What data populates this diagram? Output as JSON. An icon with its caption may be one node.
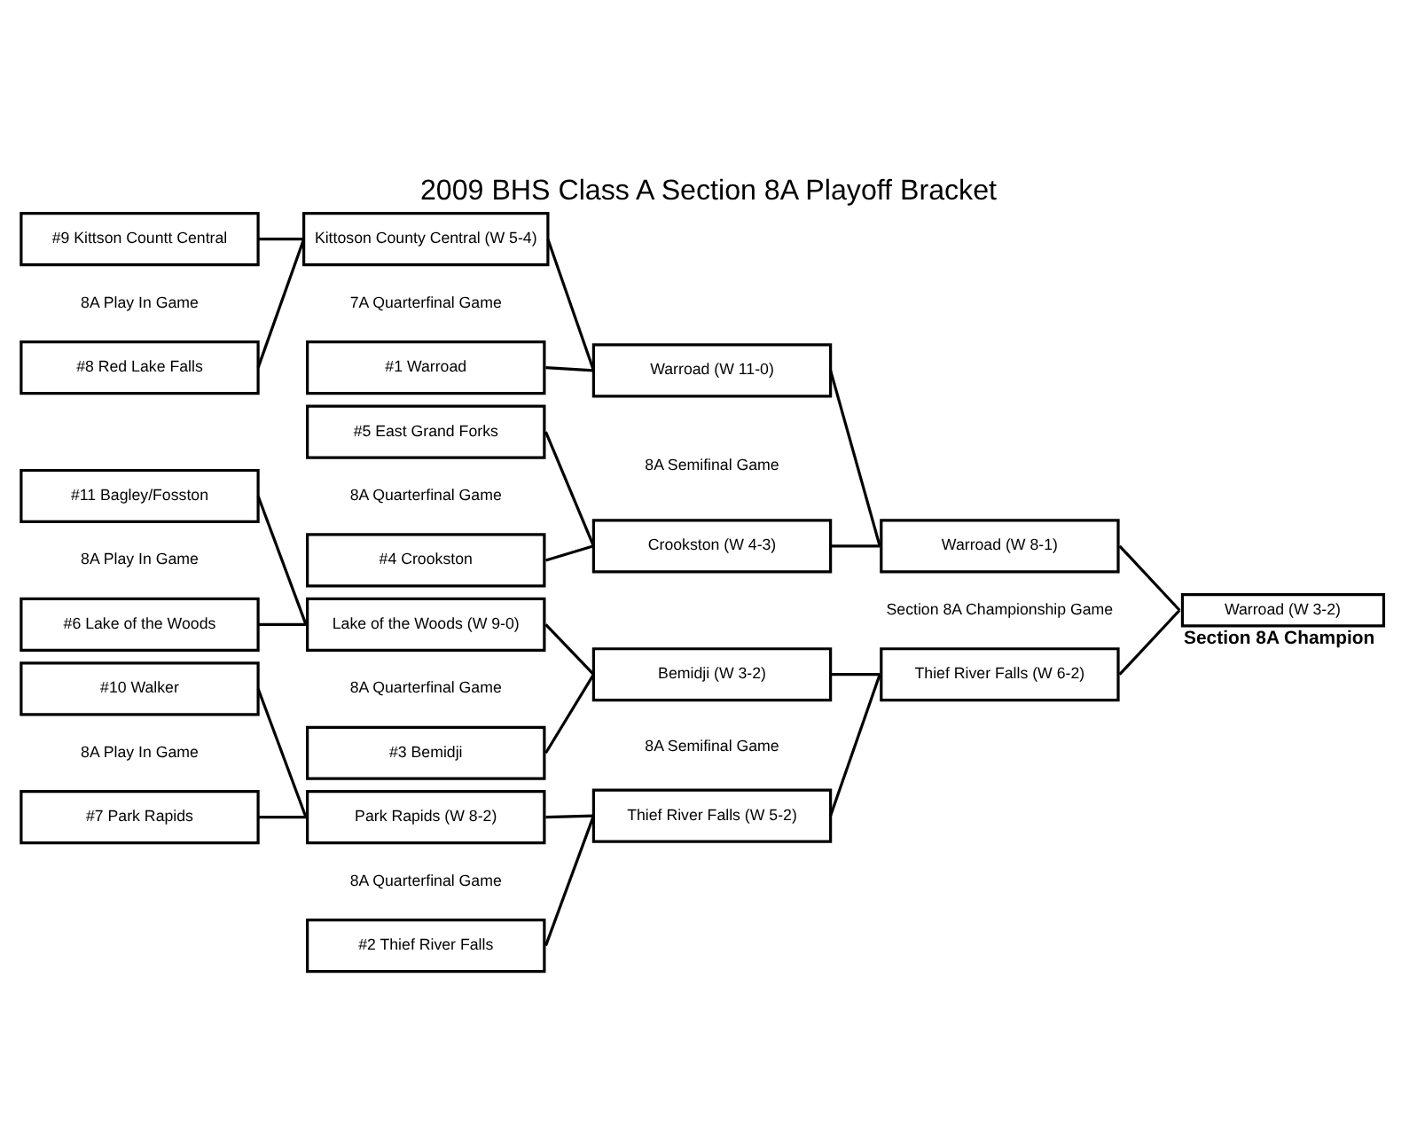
{
  "diagram": {
    "title": "2009 BHS Class A Section 8A Playoff Bracket",
    "nodes": [
      {
        "text": [
          "#9 Kittson Countt Central"
        ]
      },
      {
        "text": [
          "Kittoson County Central (W 5-4)"
        ]
      },
      {
        "text": [
          "#8 Red Lake Falls"
        ]
      },
      {
        "text": [
          "Warroad (W 11-0)"
        ]
      },
      {
        "text": [
          "#1 Warroad"
        ]
      },
      {
        "text": [
          "Warroad (W 8-1)"
        ]
      },
      {
        "text": [
          "#5 East Grand Forks"
        ]
      },
      {
        "text": [
          "Crookston (W 4-3)"
        ]
      },
      {
        "text": [
          "#4 Crookston"
        ]
      },
      {
        "text": [
          "#11 Bagley/Fosston"
        ]
      },
      {
        "text": [
          "Warroad (W 3-2)"
        ],
        "beside": [
          "Section 8A Champion"
        ]
      },
      {
        "text": [
          "Lake of the Woods (W 9-0)"
        ]
      },
      {
        "text": [
          "#6 Lake of the Woods"
        ]
      },
      {
        "text": [
          "Bemidji (W 3-2)"
        ]
      },
      {
        "text": [
          "#3 Bemidji"
        ]
      },
      {
        "text": [
          "#10 Walker"
        ]
      },
      {
        "text": [
          "Thief River Falls (W 6-2)"
        ]
      },
      {
        "text": [
          "Park Rapids (W 8-2)"
        ]
      },
      {
        "text": [
          "#7 Park Rapids"
        ]
      },
      {
        "text": [
          "Thief River Falls (W 5-2)"
        ]
      },
      {
        "text": [
          "#2 Thief River Falls"
        ]
      }
    ],
    "edges": [
      {
        "from": 0,
        "to": 1,
        "arrow": "none"
      },
      {
        "from": 2,
        "to": 1,
        "arrow": "none"
      },
      {
        "from": 1,
        "to": 3,
        "arrow": "none"
      },
      {
        "from": 4,
        "to": 3,
        "arrow": "none"
      },
      {
        "from": 3,
        "to": 5,
        "arrow": "none"
      },
      {
        "from": 6,
        "to": 7,
        "arrow": "none"
      },
      {
        "from": 8,
        "to": 7,
        "arrow": "none"
      },
      {
        "from": 7,
        "to": 5,
        "arrow": "none"
      },
      {
        "from": 5,
        "to": 10,
        "arrow": "none"
      },
      {
        "from": 9,
        "to": 11,
        "arrow": "none"
      },
      {
        "from": 12,
        "to": 11,
        "arrow": "none"
      },
      {
        "from": 11,
        "to": 13,
        "arrow": "none"
      },
      {
        "from": 14,
        "to": 13,
        "arrow": "none"
      },
      {
        "from": 13,
        "to": 16,
        "arrow": "none"
      },
      {
        "from": 15,
        "to": 17,
        "arrow": "none"
      },
      {
        "from": 18,
        "to": 17,
        "arrow": "none"
      },
      {
        "from": 17,
        "to": 19,
        "arrow": "none"
      },
      {
        "from": 20,
        "to": 19,
        "arrow": "none"
      },
      {
        "from": 19,
        "to": 16,
        "arrow": "none"
      },
      {
        "from": 16,
        "to": 10,
        "arrow": "none"
      }
    ],
    "labels": [
      "8A Play In Game",
      "7A Quarterfinal Game",
      "8A Semifinal Game",
      "8A Quarterfinal Game",
      "Section 8A Championship Game",
      "8A Play In Game",
      "8A Quarterfinal Game",
      "8A Semifinal Game",
      "8A Play In Game",
      "8A Quarterfinal Game"
    ]
  }
}
